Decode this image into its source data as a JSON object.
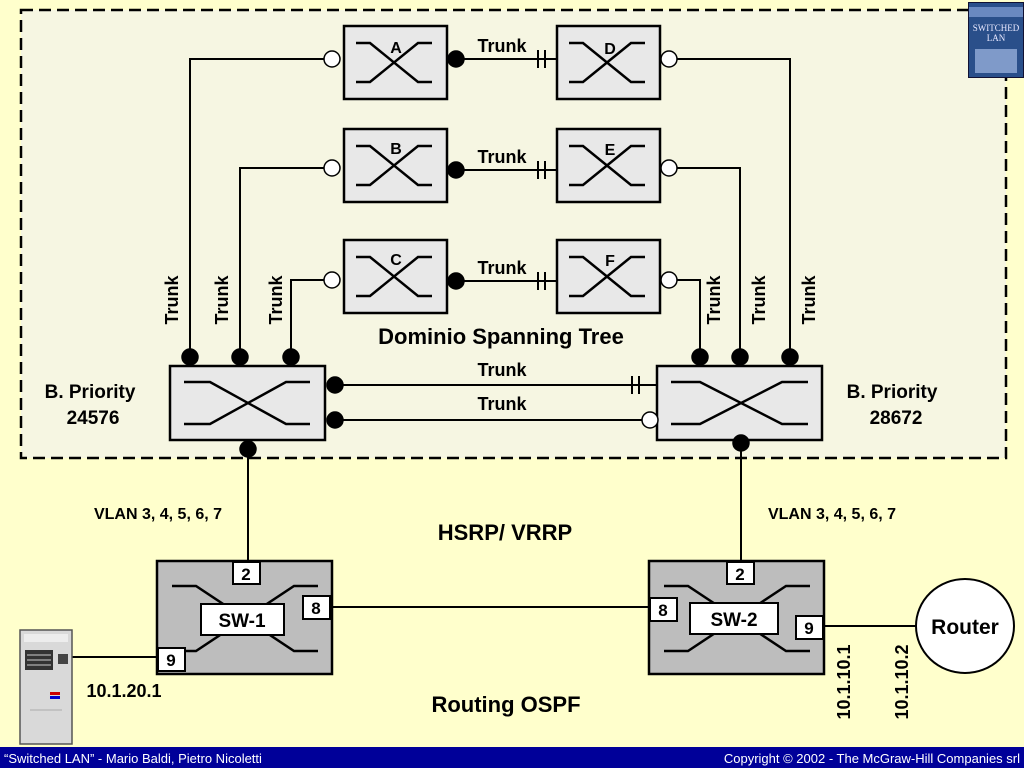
{
  "labels": {
    "trunk": "Trunk",
    "domain": "Dominio Spanning Tree",
    "left_priority_title": "B. Priority",
    "left_priority_value": "24576",
    "right_priority_title": "B. Priority",
    "right_priority_value": "28672",
    "vlan_left": "VLAN 3, 4, 5, 6, 7",
    "vlan_right": "VLAN 3, 4, 5, 6, 7",
    "hsrp": "HSRP/ VRRP",
    "routing": "Routing OSPF",
    "host_ip": "10.1.20.1",
    "ip_sw2": "10.1.10.1",
    "ip_router": "10.1.10.2",
    "router": "Router"
  },
  "switches": {
    "A": "A",
    "B": "B",
    "C": "C",
    "D": "D",
    "E": "E",
    "F": "F"
  },
  "sw1": {
    "name": "SW-1",
    "port_top": "2",
    "port_right": "8",
    "port_left": "9"
  },
  "sw2": {
    "name": "SW-2",
    "port_top": "2",
    "port_left": "8",
    "port_right": "9"
  },
  "book": {
    "title_line1": "SWITCHED",
    "title_line2": "LAN"
  },
  "footer": {
    "left": "“Switched LAN” - Mario Baldi, Pietro Nicoletti",
    "right": "Copyright © 2002 - The McGraw-Hill Companies srl"
  },
  "colors": {
    "background": "#ffffcc",
    "domain_fill": "#f6f6e2",
    "switch_fill": "#e8e8e8",
    "router_switch_fill": "#bdbdbd",
    "footer": "#000099"
  }
}
